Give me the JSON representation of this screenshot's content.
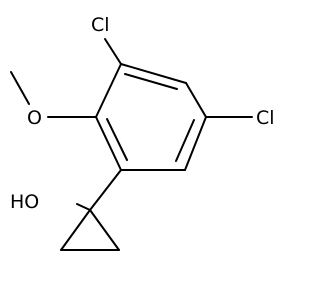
{
  "molecule": {
    "labels": {
      "chlorine_top": "Cl",
      "chlorine_right": "Cl",
      "methoxy_oxygen": "O",
      "hydroxyl": "HO"
    }
  }
}
